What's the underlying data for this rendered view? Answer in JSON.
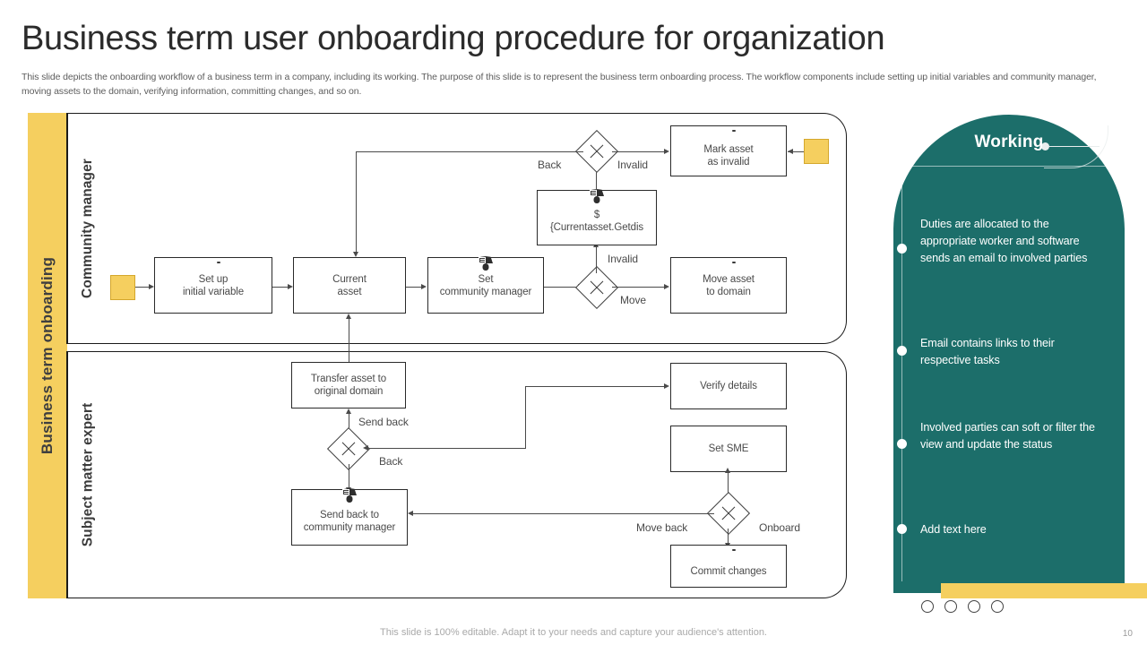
{
  "header": {
    "title": "Business term user onboarding procedure for organization",
    "subtitle": "This slide depicts the onboarding workflow of a business term in a company, including its working. The purpose of this slide is to represent the business term onboarding process. The workflow components include setting up initial variables and community manager, moving assets to the domain, verifying information, committing changes, and so on."
  },
  "diagram": {
    "band_label": "Business term onboarding",
    "lanes": [
      {
        "label": "Community manager"
      },
      {
        "label": "Subject matter expert"
      }
    ],
    "nodes": [
      {
        "id": "setup",
        "line1": "Set up",
        "line2": "initial variable",
        "icon": "document-icon"
      },
      {
        "id": "current",
        "line1": "Current",
        "line2": "asset",
        "icon": "none"
      },
      {
        "id": "setcm",
        "line1": "Set",
        "line2": "community manager",
        "icon": "person-icon"
      },
      {
        "id": "markinvalid",
        "line1": "Mark asset",
        "line2": "as invalid",
        "icon": "document-icon"
      },
      {
        "id": "getdis",
        "line1": "$",
        "line2": "{Currentasset.Getdis",
        "icon": "person-icon"
      },
      {
        "id": "movedomain",
        "line1": "Move asset",
        "line2": "to domain",
        "icon": "document-icon"
      },
      {
        "id": "transfer",
        "line1": "Transfer  asset to",
        "line2": "original  domain",
        "icon": "none"
      },
      {
        "id": "sendback",
        "line1": "Send back to",
        "line2": "community manager",
        "icon": "person-icon"
      },
      {
        "id": "verify",
        "line1": "Verify  details",
        "line2": "",
        "icon": "none"
      },
      {
        "id": "setsme",
        "line1": "Set SME",
        "line2": "",
        "icon": "none"
      },
      {
        "id": "commit",
        "line1": "Commit  changes",
        "line2": "",
        "icon": "document-icon"
      }
    ],
    "edge_labels": {
      "back_top": "Back",
      "invalid_top": "Invalid",
      "invalid_mid": "Invalid",
      "move": "Move",
      "send_back": "Send back",
      "back_bottom": "Back",
      "move_back": "Move back",
      "onboard": "Onboard"
    }
  },
  "working_panel": {
    "heading": "Working",
    "bullets": [
      "Duties are allocated to the appropriate worker and software sends an email to involved parties",
      "Email contains links to their respective tasks",
      "Involved  parties can soft or filter the view and update the status",
      "Add text here"
    ]
  },
  "footer": {
    "note": "This slide is 100% editable. Adapt it to your needs and capture your audience's attention.",
    "page_number": "10"
  },
  "colors": {
    "accent_yellow": "#f5cf5f",
    "teal": "#1c6e6a",
    "text_dark": "#2b2b2b",
    "text_muted": "#5d5d5d"
  }
}
